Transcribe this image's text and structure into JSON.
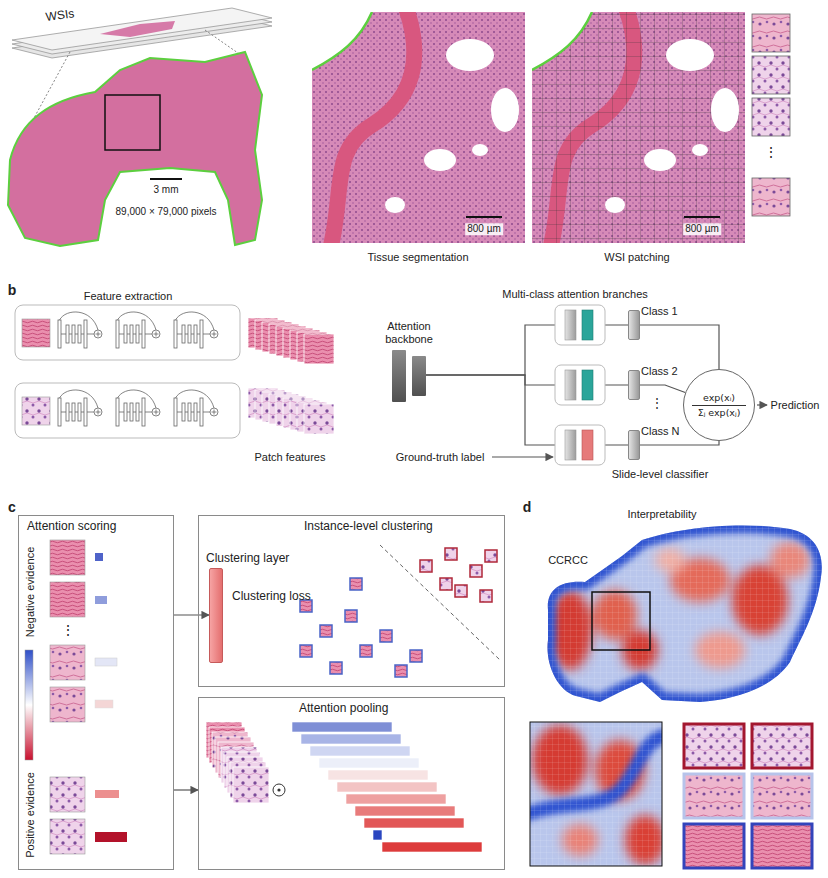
{
  "diagram": {
    "nodes": [
      {
        "text": [
          "Attention backbone"
        ]
      },
      {
        "text": [
          "Class 1"
        ]
      },
      {
        "text": [
          "Class 2"
        ]
      },
      {
        "text": [
          "Class N"
        ]
      },
      {
        "text": [
          "exp(xᵢ)",
          "Σⱼ exp(xⱼ)"
        ]
      },
      {
        "text": [
          "Attention scoring"
        ]
      },
      {
        "text": [
          "Instance-level clustering"
        ]
      },
      {
        "text": [
          "Clustering layer",
          "Clustering loss"
        ],
        "in": 6
      },
      {
        "text": [
          "Attention pooling"
        ]
      }
    ],
    "edges": [
      {
        "from": 0,
        "to": 1,
        "arrow": "none"
      },
      {
        "from": 0,
        "to": 2,
        "arrow": "none"
      },
      {
        "from": 0,
        "to": 3,
        "arrow": "none"
      },
      {
        "from": 1,
        "to": 4,
        "arrow": "none"
      },
      {
        "from": 2,
        "to": 4,
        "arrow": "none"
      },
      {
        "from": 3,
        "to": 4,
        "arrow": "none"
      },
      {
        "from": 5,
        "to": 7,
        "arrow": "to"
      },
      {
        "from": 5,
        "to": 8,
        "arrow": "to"
      }
    ],
    "labels": [
      "WSIs",
      "3 mm",
      "89,000 × 79,000 pixels",
      "800 µm",
      "800 µm",
      "⋮",
      "Tissue segmentation",
      "WSI patching",
      "b",
      "Feature extraction",
      "Patch features",
      "Multi-class attention branches",
      "⋮",
      "Prediction",
      "Ground-truth label",
      "Slide-level classifier",
      "c",
      "Negative evidence",
      "⋮",
      "Positive evidence",
      "d",
      "Interpretability",
      "CCRCC"
    ]
  }
}
